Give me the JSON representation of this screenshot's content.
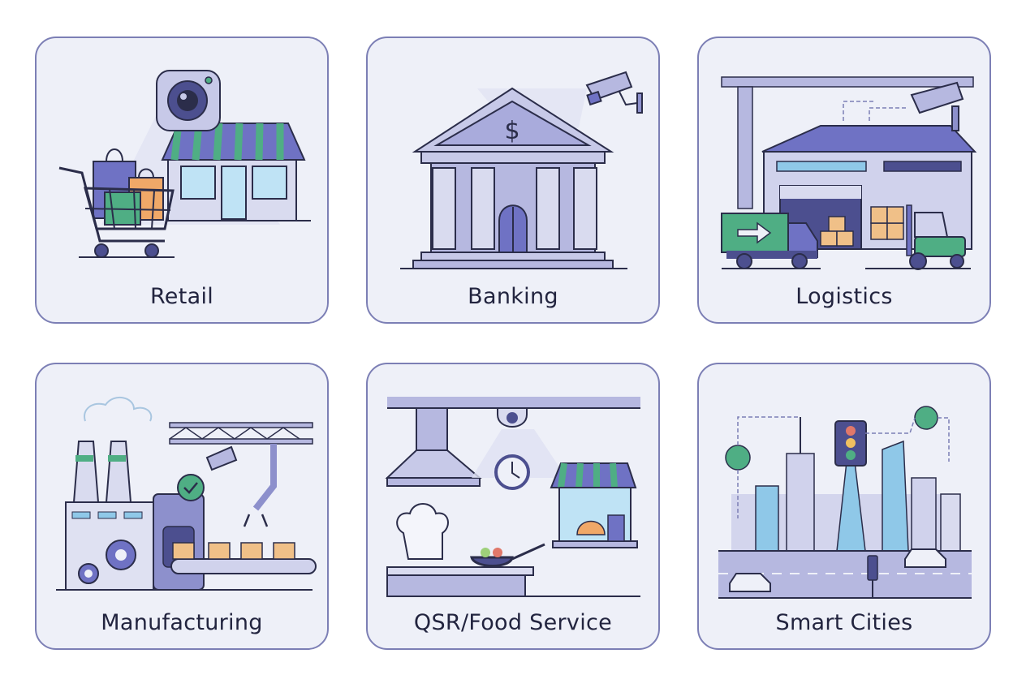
{
  "grid": {
    "columns": 3,
    "rows": 2,
    "colors": {
      "card_bg": "#eef0f8",
      "card_border": "#7c7fb5",
      "label_text": "#22243f",
      "outline": "#2b2d4a",
      "lavender": "#b6b8e0",
      "lavender_dark": "#8d90cc",
      "indigo": "#6f72c4",
      "green": "#4fae84",
      "orange": "#f0a868",
      "sky": "#bfe3f5"
    }
  },
  "cards": [
    {
      "id": "retail",
      "label": "Retail",
      "icon": "retail-store-camera-cart-icon"
    },
    {
      "id": "banking",
      "label": "Banking",
      "icon": "bank-building-cctv-icon"
    },
    {
      "id": "logistics",
      "label": "Logistics",
      "icon": "warehouse-truck-forklift-icon"
    },
    {
      "id": "manufacturing",
      "label": "Manufacturing",
      "icon": "factory-conveyor-robot-arm-icon"
    },
    {
      "id": "qsr",
      "label": "QSR/Food Service",
      "icon": "kitchen-hood-dome-camera-icon"
    },
    {
      "id": "smart-cities",
      "label": "Smart Cities",
      "icon": "city-traffic-light-sensors-icon"
    }
  ]
}
